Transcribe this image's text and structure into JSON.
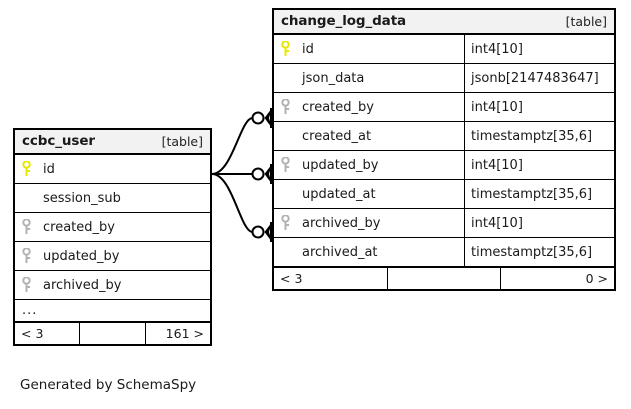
{
  "caption": "Generated by SchemaSpy",
  "colors": {
    "primary_key_icon": "#e8e800",
    "foreign_key_icon": "#b3b3b3",
    "border": "#000000",
    "header_background": "#f2f2f2",
    "page_background": "#ffffff"
  },
  "tables": {
    "ccbc_user": {
      "title": "ccbc_user",
      "kind": "[table]",
      "columns": [
        {
          "key": "primary",
          "name": "id"
        },
        {
          "key": "none",
          "name": "session_sub"
        },
        {
          "key": "foreign",
          "name": "created_by"
        },
        {
          "key": "foreign",
          "name": "updated_by"
        },
        {
          "key": "foreign",
          "name": "archived_by"
        }
      ],
      "ellipsis": "...",
      "footer": {
        "left": "< 3",
        "middle": "",
        "right": "161 >"
      }
    },
    "change_log_data": {
      "title": "change_log_data",
      "kind": "[table]",
      "columns": [
        {
          "key": "primary",
          "name": "id",
          "type": "int4[10]"
        },
        {
          "key": "none",
          "name": "json_data",
          "type": "jsonb[2147483647]"
        },
        {
          "key": "foreign",
          "name": "created_by",
          "type": "int4[10]"
        },
        {
          "key": "none",
          "name": "created_at",
          "type": "timestamptz[35,6]"
        },
        {
          "key": "foreign",
          "name": "updated_by",
          "type": "int4[10]"
        },
        {
          "key": "none",
          "name": "updated_at",
          "type": "timestamptz[35,6]"
        },
        {
          "key": "foreign",
          "name": "archived_by",
          "type": "int4[10]"
        },
        {
          "key": "none",
          "name": "archived_at",
          "type": "timestamptz[35,6]"
        }
      ],
      "footer": {
        "left": "< 3",
        "middle": "",
        "right": "0 >"
      }
    }
  },
  "relationships": [
    {
      "from_table": "ccbc_user",
      "from_column": "id",
      "to_table": "change_log_data",
      "to_column": "created_by",
      "optional": true
    },
    {
      "from_table": "ccbc_user",
      "from_column": "id",
      "to_table": "change_log_data",
      "to_column": "updated_by",
      "optional": true
    },
    {
      "from_table": "ccbc_user",
      "from_column": "id",
      "to_table": "change_log_data",
      "to_column": "archived_by",
      "optional": true
    }
  ]
}
